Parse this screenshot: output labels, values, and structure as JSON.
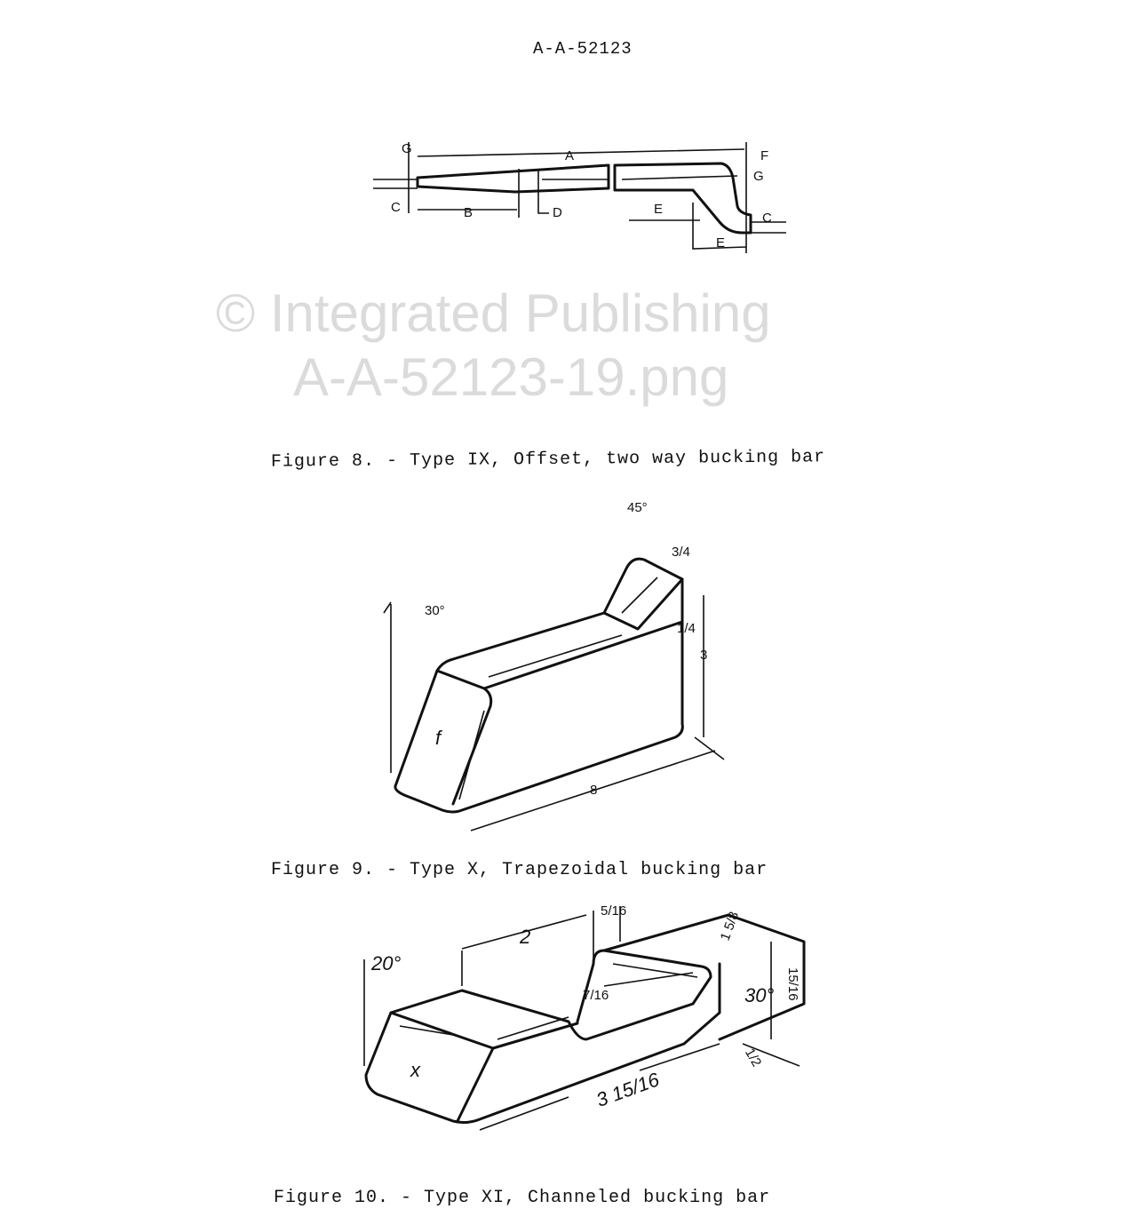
{
  "header": {
    "doc_number": "A-A-52123"
  },
  "figures": [
    {
      "caption": "Figure 8. - Type IX, Offset, two way bucking bar",
      "labels": {
        "a": "A",
        "b": "B",
        "c": "C",
        "d": "D",
        "e": "E",
        "f": "F",
        "g": "G"
      }
    },
    {
      "caption": "Figure 9. - Type X, Trapezoidal bucking bar",
      "labels": {
        "angle_top": "45°",
        "width_top": "3/4",
        "angle_side": "30°",
        "thickness": "1/4",
        "height": "3",
        "length": "8",
        "face": "f"
      }
    },
    {
      "caption": "Figure 10. - Type XI, Channeled bucking bar",
      "labels": {
        "angle_left": "20°",
        "channel_length": "2",
        "wall": "5/16",
        "width": "1 5/8",
        "height": "15/16",
        "angle_right": "30°",
        "channel_depth": "7/16",
        "offset": "1/2",
        "length": "3 15/16",
        "face": "x"
      }
    }
  ],
  "watermark": {
    "line1": "© Integrated Publishing",
    "line2": "A-A-52123-19.png"
  }
}
